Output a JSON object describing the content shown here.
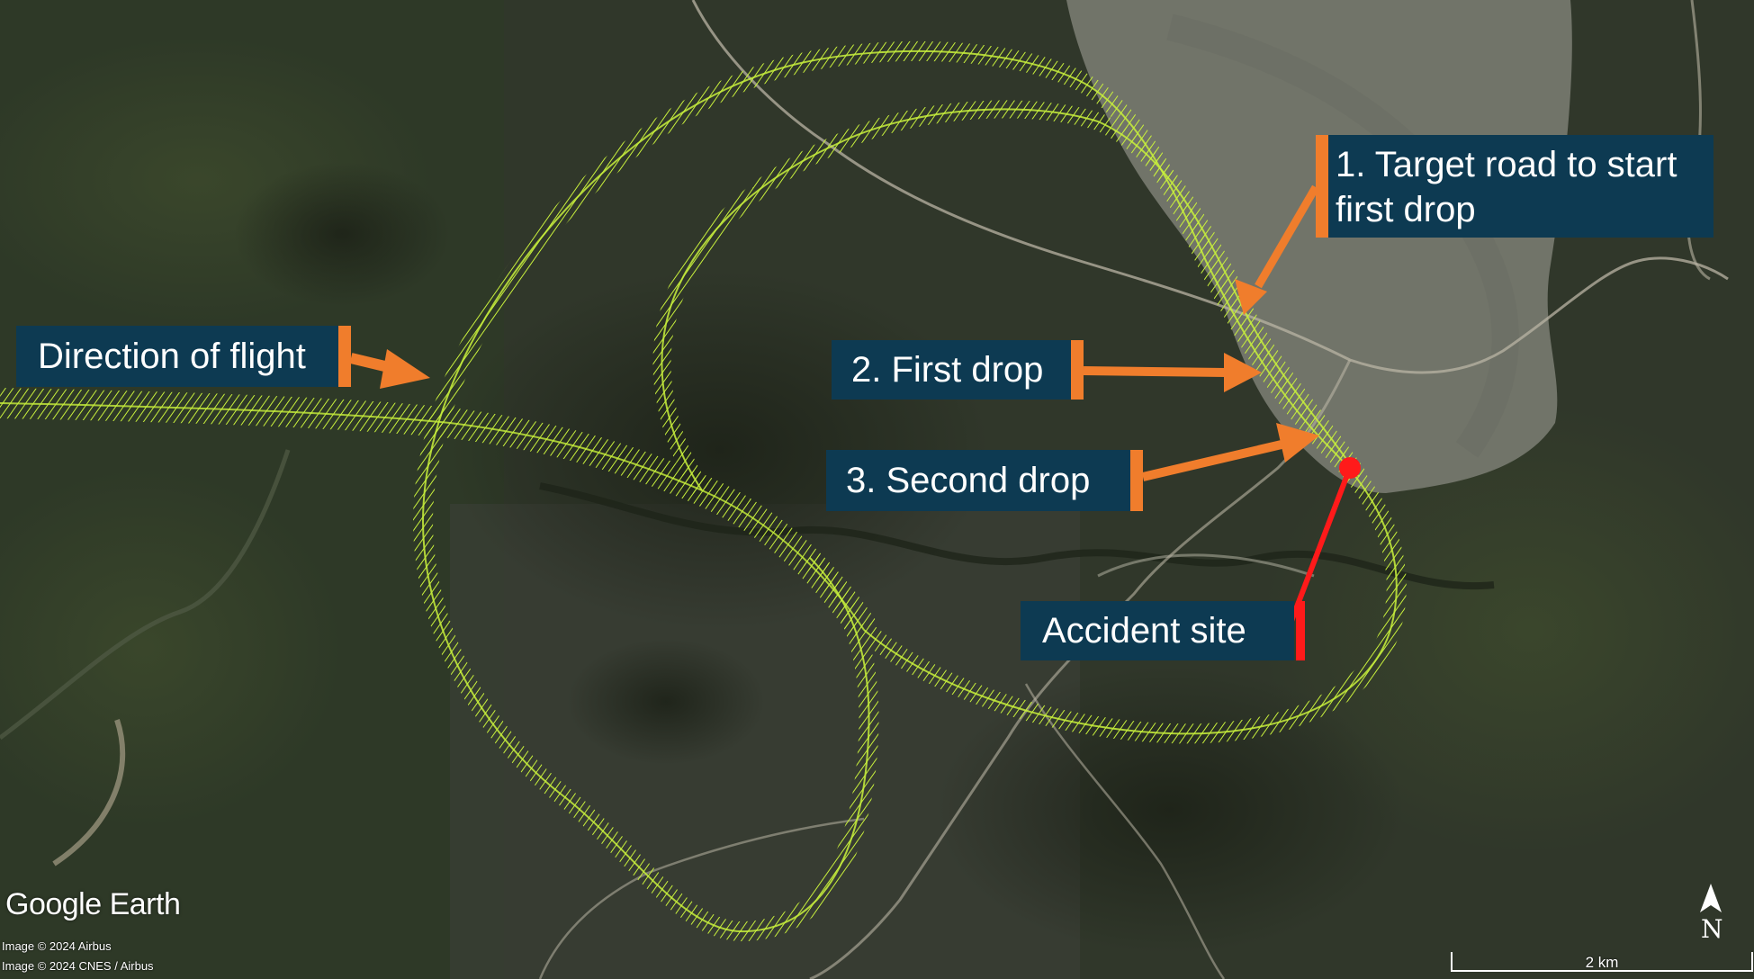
{
  "callouts": {
    "direction": "Direction of flight",
    "target": "1. Target road to start first drop",
    "first_drop": "2. First drop",
    "second_drop": "3. Second drop",
    "accident": "Accident site"
  },
  "branding": {
    "logo": "Google Earth",
    "credit_1": "Image © 2024 Airbus",
    "credit_2": "Image © 2024 CNES / Airbus"
  },
  "scale": {
    "label": "2 km"
  },
  "compass": {
    "north": "N"
  },
  "colors": {
    "callout_bg": "#0d3a52",
    "arrow": "#f07d2c",
    "accident_marker": "#ff1a1a",
    "flight_track": "#c8f03c"
  }
}
